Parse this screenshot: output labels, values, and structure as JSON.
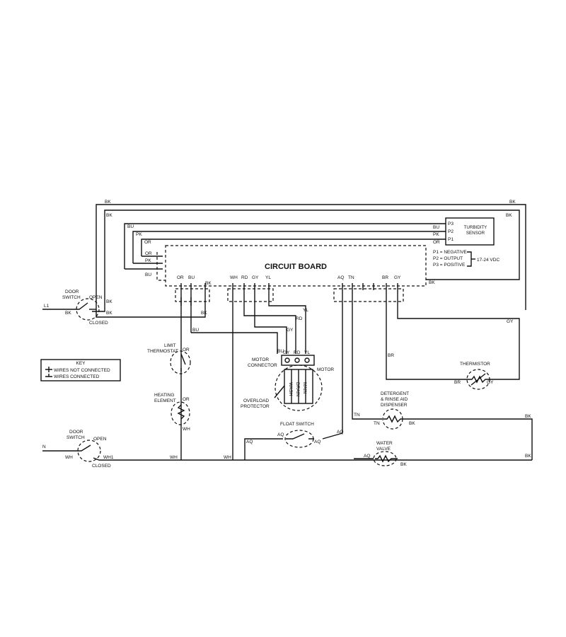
{
  "board": {
    "title": "CIRCUIT BOARD",
    "top_pins": [
      "OR",
      "BU",
      "BK",
      "WH",
      "RD",
      "GY",
      "YL",
      "AQ",
      "TN",
      "BR",
      "GY"
    ],
    "left_pins": [
      "OR",
      "PK",
      "BU"
    ],
    "legend": {
      "p1": "P1 = NEGATIVE",
      "p2": "P2 = OUTPUT",
      "p3": "P3 = POSITIVE",
      "voltage": "17-24 VDC"
    }
  },
  "turbidity_sensor": {
    "line1": "TURBIDITY",
    "line2": "SENSOR",
    "pins": [
      "P3",
      "P2",
      "P1"
    ]
  },
  "wires": {
    "bk": "BK",
    "bu": "BU",
    "pk": "PK",
    "or": "OR",
    "wh": "WH",
    "rd": "RD",
    "gy": "GY",
    "yl": "YL",
    "aq": "AQ",
    "tn": "TN",
    "br": "BR",
    "l1": "L1",
    "n": "N",
    "wh1": "WH1"
  },
  "door_switch_top": {
    "line1": "DOOR",
    "line2": "SWITCH",
    "open": "OPEN",
    "closed": "CLOSED"
  },
  "door_switch_bottom": {
    "line1": "DOOR",
    "line2": "SWITCH",
    "open": "OPEN",
    "closed": "CLOSED"
  },
  "key": {
    "title": "KEY",
    "not_connected": "WIRES NOT CONNECTED",
    "connected": "WIRES CONNECTED"
  },
  "limit_thermostat": {
    "line1": "LIMIT",
    "line2": "THERMOSTAT"
  },
  "heating_element": {
    "line1": "HEATING",
    "line2": "ELEMENT"
  },
  "motor_connector": {
    "line1": "MOTOR",
    "line2": "CONNECTOR"
  },
  "motor": {
    "label": "MOTOR",
    "windings": [
      "WASH",
      "DRAIN",
      "MAIN"
    ]
  },
  "overload_protector": {
    "line1": "OVERLOAD",
    "line2": "PROTECTOR"
  },
  "thermistor": {
    "label": "THERMISTOR"
  },
  "dispenser": {
    "line1": "DETERGENT",
    "line2": "& RINSE AID",
    "line3": "DISPENSER"
  },
  "float_switch": {
    "label": "FLOAT SWITCH"
  },
  "water_valve": {
    "line1": "WATER",
    "line2": "VALVE"
  }
}
